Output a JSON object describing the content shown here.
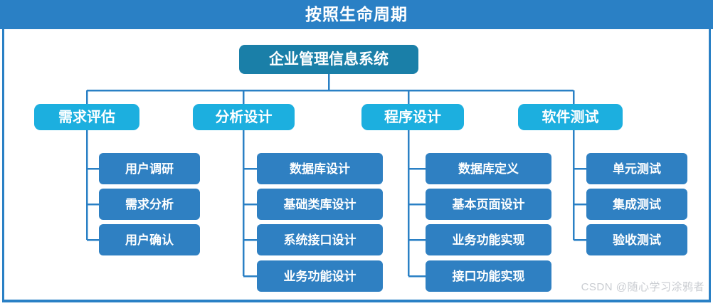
{
  "header": {
    "title": "按照生命周期"
  },
  "diagram": {
    "type": "org-chart",
    "root": {
      "label": "企业管理信息系统"
    },
    "branches": [
      {
        "label": "需求评估",
        "children": [
          {
            "label": "用户调研"
          },
          {
            "label": "需求分析"
          },
          {
            "label": "用户确认"
          }
        ]
      },
      {
        "label": "分析设计",
        "children": [
          {
            "label": "数据库设计"
          },
          {
            "label": "基础类库设计"
          },
          {
            "label": "系统接口设计"
          },
          {
            "label": "业务功能设计"
          }
        ]
      },
      {
        "label": "程序设计",
        "children": [
          {
            "label": "数据库定义"
          },
          {
            "label": "基本页面设计"
          },
          {
            "label": "业务功能实现"
          },
          {
            "label": "接口功能实现"
          }
        ]
      },
      {
        "label": "软件测试",
        "children": [
          {
            "label": "单元测试"
          },
          {
            "label": "集成测试"
          },
          {
            "label": "验收测试"
          }
        ]
      }
    ]
  },
  "watermark": {
    "text": "CSDN @随心学习涂鸦者"
  },
  "colors": {
    "title_bar": "#2a80c5",
    "root_node": "#1a7fa8",
    "level2_node": "#1cafdf",
    "leaf_node": "#2f80c2",
    "connector": "#2a80c5",
    "canvas": "#ffffff",
    "watermark": "#c9ccd1"
  }
}
